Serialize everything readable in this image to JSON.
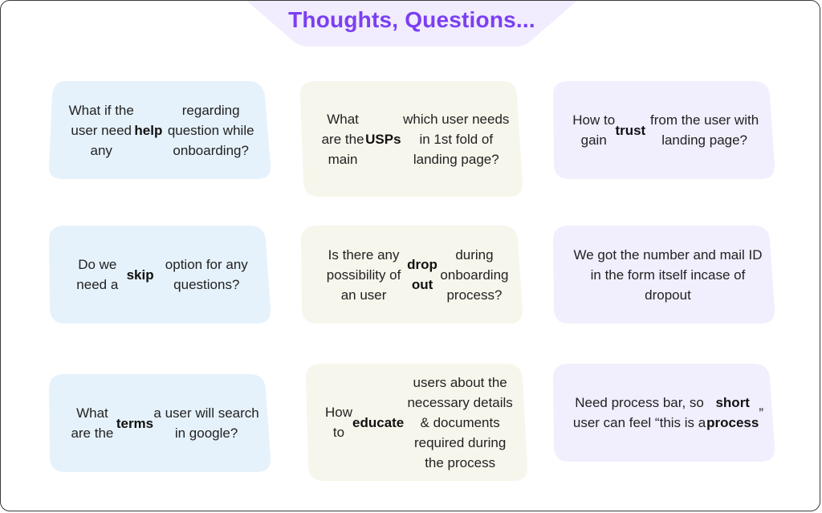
{
  "title": "Thoughts, Questions...",
  "colors": {
    "accent": "#7b3ff2",
    "tab_bg": "#f1ecfe",
    "blue": "#e6f2fb",
    "beige": "#f7f6ec",
    "lavender": "#f1eefe"
  },
  "cards": [
    {
      "parts": [
        "What if the user need any ",
        "help",
        " regarding question while onboarding?"
      ]
    },
    {
      "parts": [
        "What are the main ",
        "USPs",
        " which user needs in 1st fold of landing page?"
      ]
    },
    {
      "parts": [
        "How to gain ",
        "trust",
        " from the user with landing page?"
      ]
    },
    {
      "parts": [
        "Do we need a ",
        "skip",
        " option for any questions?"
      ]
    },
    {
      "parts": [
        "Is there any possibility of an user ",
        "drop out",
        " during onboarding process?"
      ]
    },
    {
      "parts": [
        "We got the number and mail ID in the form itself incase of dropout",
        "",
        ""
      ]
    },
    {
      "parts": [
        "What are the ",
        "terms",
        " a user will search in google?"
      ]
    },
    {
      "parts": [
        "How to ",
        "educate",
        " users about the necessary details & documents required during the process"
      ]
    },
    {
      "parts": [
        "Need process bar, so user can feel “this is a ",
        "short process",
        "”"
      ]
    }
  ]
}
